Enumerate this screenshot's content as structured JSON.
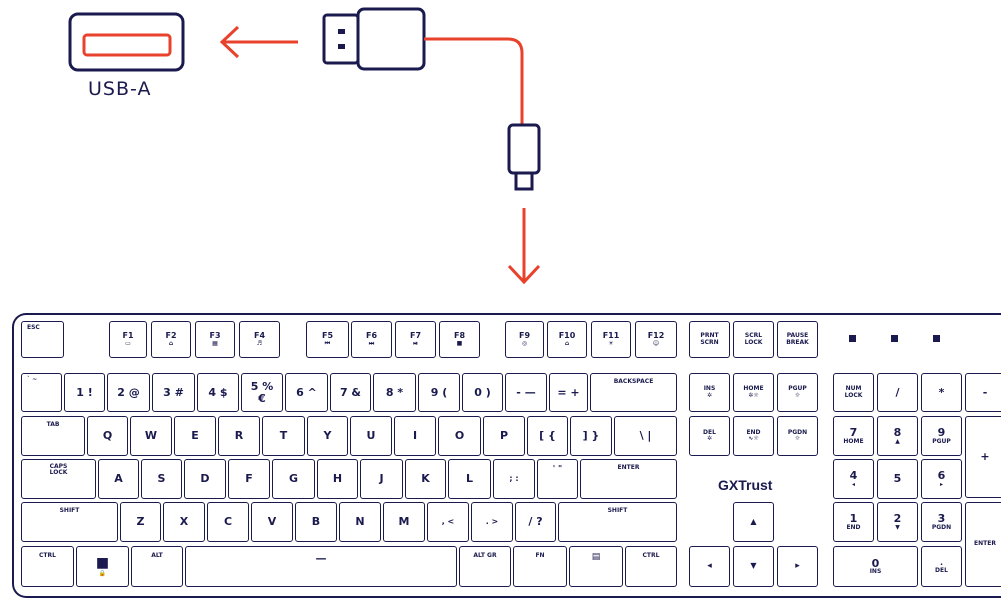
{
  "usb_label": "USB-A",
  "brand_logo": "GXTrust",
  "colors": {
    "outline": "#1a1a4e",
    "accent": "#e8412c"
  },
  "icons": [
    "usb-a-port-icon",
    "usb-a-plug-icon",
    "usb-c-plug-icon",
    "arrow-left-icon",
    "arrow-down-icon",
    "lock-icon",
    "windows-icon",
    "menu-icon"
  ],
  "keys": {
    "esc": "ESC",
    "f1": "F1",
    "f1s": "▭",
    "f2": "F2",
    "f2s": "⌂",
    "f3": "F3",
    "f3s": "▦",
    "f4": "F4",
    "f4s": "♬",
    "f5": "F5",
    "f5s": "⏮",
    "f6": "F6",
    "f6s": "⏭",
    "f7": "F7",
    "f7s": "⏯",
    "f8": "F8",
    "f8s": "■",
    "f9": "F9",
    "f9s": "◎",
    "f10": "F10",
    "f10s": "⌂",
    "f11": "F11",
    "f11s": "☀",
    "f12": "F12",
    "f12s": "☺",
    "prtsc": "PRNT SCRN",
    "scrl": "SCRL LOCK",
    "pause": "PAUSE BREAK",
    "tilde": "` ~",
    "n1": "1 !",
    "n2": "2 @",
    "n3": "3 #",
    "n4": "4 $",
    "n5": "5 %",
    "n5s": "€",
    "n6": "6 ^",
    "n7": "7 &",
    "n8": "8 *",
    "n9": "9 (",
    "n0": "0 )",
    "minus": "- —",
    "equal": "= +",
    "backspace": "BACKSPACE",
    "ins": "INS",
    "home": "HOME",
    "homes": "✲☼",
    "pgup": "PGUP",
    "pgups": "☼",
    "numlock": "NUM LOCK",
    "slash": "/",
    "star": "*",
    "kminus": "-",
    "tab": "TAB",
    "q": "Q",
    "w": "W",
    "e": "E",
    "r": "R",
    "t": "T",
    "y": "Y",
    "u": "U",
    "i": "I",
    "o": "O",
    "p": "P",
    "lbr": "[ {",
    "rbr": "] }",
    "bslash": "\\ |",
    "del": "DEL",
    "end": "END",
    "ends": "∿☼",
    "pgdn": "PGDN",
    "pgdns": "☼",
    "k7": "7",
    "k7s": "HOME",
    "k8": "8",
    "k8s": "▲",
    "k9": "9",
    "k9s": "PGUP",
    "kplus": "+",
    "caps": "CAPS LOCK",
    "a": "A",
    "s": "S",
    "d": "D",
    "f": "F",
    "g": "G",
    "h": "H",
    "j": "J",
    "k": "K",
    "l": "L",
    "semi": "; :",
    "quote": "' \"",
    "enter": "ENTER",
    "k4": "4",
    "k4s": "◂",
    "k5": "5",
    "k6": "6",
    "k6s": "▸",
    "lshift": "SHIFT",
    "z": "Z",
    "x": "X",
    "c": "C",
    "v": "V",
    "b": "B",
    "n": "N",
    "m": "M",
    "comma": ", <",
    "period": ". >",
    "fslash": "/ ?",
    "rshift": "SHIFT",
    "up": "▲",
    "k1": "1",
    "k1s": "END",
    "k2": "2",
    "k2s": "▼",
    "k3": "3",
    "k3s": "PGDN",
    "kenter": "ENTER",
    "lctrl": "CTRL",
    "win": "■",
    "wins": "🔒",
    "alt": "ALT",
    "space": "—",
    "altgr": "ALT GR",
    "fn": "FN",
    "menu": "▤",
    "rctrl": "CTRL",
    "left": "◂",
    "down": "▼",
    "right": "▸",
    "k0": "0",
    "k0s": "INS",
    "kdel": ".",
    "kdels": "DEL"
  }
}
